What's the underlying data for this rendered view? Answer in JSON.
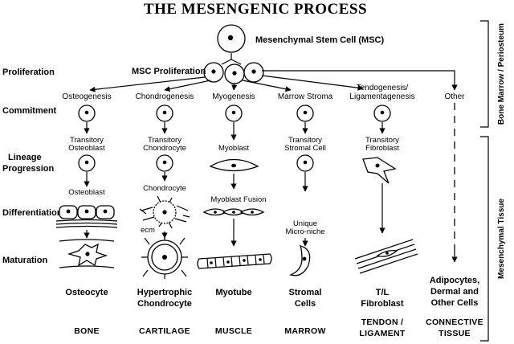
{
  "title": "THE MESENGENIC PROCESS",
  "msc_label": "Mesenchymal Stem Cell (MSC)",
  "msc_proliferation": "MSC Proliferation",
  "rows": {
    "proliferation": "Proliferation",
    "commitment": "Commitment",
    "lineage_1": "Lineage",
    "lineage_2": "Progression",
    "differentiation": "Differentiation",
    "maturation": "Maturation"
  },
  "columns": {
    "osteo": {
      "header": "Osteogenesis",
      "transitory_1": "Transitory",
      "transitory_2": "Osteoblast",
      "differentiated": "Osteoblast",
      "mature": "Osteocyte",
      "tissue": "BONE"
    },
    "chondro": {
      "header": "Chondrogenesis",
      "transitory_1": "Transitory",
      "transitory_2": "Chondrocyte",
      "differentiated": "Chondrocyte",
      "ecm": "ecm",
      "mature_1": "Hypertrophic",
      "mature_2": "Chondrocyte",
      "tissue": "CARTILAGE"
    },
    "myo": {
      "header": "Myogenesis",
      "transitory": "Myoblast",
      "differentiated": "Myoblast Fusion",
      "mature": "Myotube",
      "tissue": "MUSCLE"
    },
    "marrow": {
      "header": "Marrow Stroma",
      "transitory_1": "Transitory",
      "transitory_2": "Stromal Cell",
      "differentiated_1": "Unique",
      "differentiated_2": "Micro-niche",
      "mature_1": "Stromal",
      "mature_2": "Cells",
      "tissue": "MARROW"
    },
    "tendon": {
      "header_1": "Tendogenesis/",
      "header_2": "Ligamentagenesis",
      "transitory_1": "Transitory",
      "transitory_2": "Fibroblast",
      "mature_1": "T/L",
      "mature_2": "Fibroblast",
      "tissue_1": "TENDON /",
      "tissue_2": "LIGAMENT"
    },
    "other": {
      "header": "Other",
      "mature_1": "Adipocytes,",
      "mature_2": "Dermal and",
      "mature_3": "Other Cells",
      "tissue_1": "CONNECTIVE",
      "tissue_2": "TISSUE"
    }
  },
  "side_labels": {
    "top": "Bone Marrow / Periosteum",
    "bottom": "Mesenchymal Tissue"
  }
}
